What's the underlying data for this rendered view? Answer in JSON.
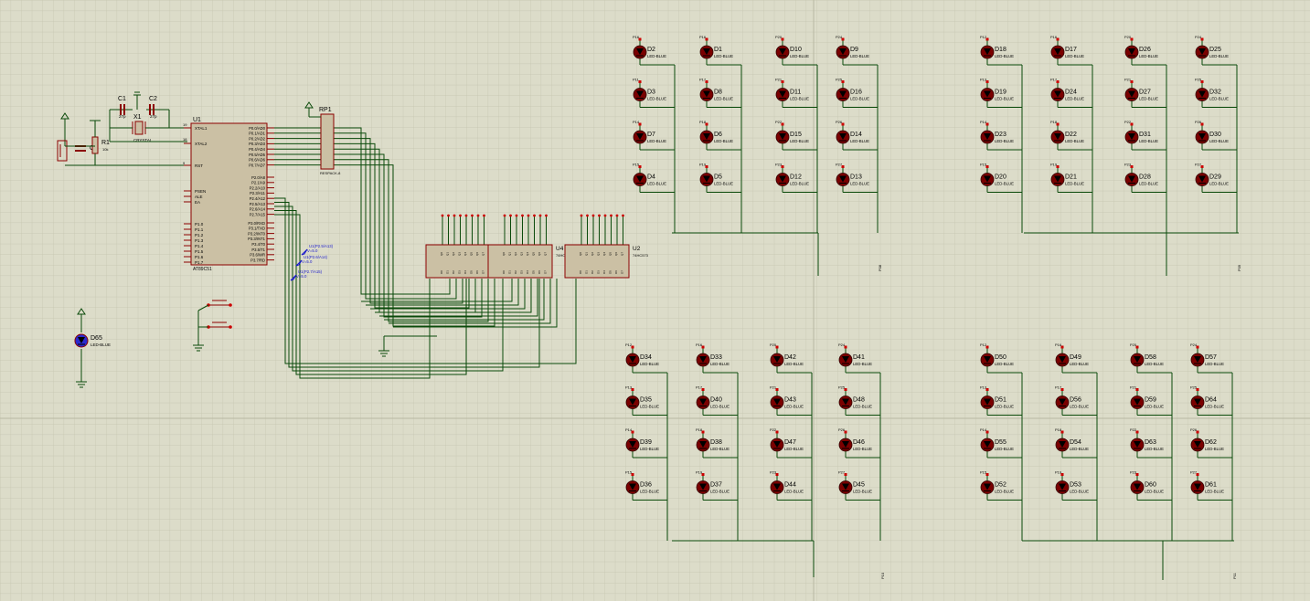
{
  "colors": {
    "background": "#dcdcc9",
    "grid": "#c4c4ae",
    "wire": "#0a4a0a",
    "component_outline": "#8b0000",
    "component_fill": "#cbc0a4",
    "led_fill": "#7a0000",
    "led_active_fill": "#2a2ad0",
    "pin_marker": "#cc0000",
    "label": "#000000",
    "probe": "#1a1acc"
  },
  "mcu": {
    "ref": "U1",
    "part": "AT89C51",
    "pins_left": [
      "XTAL1",
      "XTAL2",
      "RST",
      "PSEN",
      "ALE",
      "EA",
      "P1.0",
      "P1.1",
      "P1.2",
      "P1.3",
      "P1.4",
      "P1.5",
      "P1.6",
      "P1.7"
    ],
    "pins_right": [
      "P0.0/AD0",
      "P0.1/AD1",
      "P0.2/AD2",
      "P0.3/AD3",
      "P0.4/AD4",
      "P0.5/AD5",
      "P0.6/AD6",
      "P0.7/AD7",
      "P2.0/A8",
      "P2.1/A9",
      "P2.2/A10",
      "P2.3/A11",
      "P2.4/A12",
      "P2.5/A13",
      "P2.6/A14",
      "P2.7/A15",
      "P3.0/RXD",
      "P3.1/TXD",
      "P3.2/INT0",
      "P3.3/INT1",
      "P3.4/T0",
      "P3.5/T1",
      "P3.6/WR",
      "P3.7/RD"
    ]
  },
  "crystal": {
    "ref": "X1",
    "part": "CRYSTAL"
  },
  "caps": [
    {
      "ref": "C1",
      "value": "27p"
    },
    {
      "ref": "C2",
      "value": "27p"
    },
    {
      "ref": "C3",
      "value": ""
    }
  ],
  "resistor": {
    "ref": "R1",
    "value": "10k"
  },
  "rpack": {
    "ref": "RP1",
    "part": "RESPACK-8"
  },
  "latches": [
    {
      "ref": "",
      "part": ""
    },
    {
      "ref": "U4",
      "part": "74HC573"
    },
    {
      "ref": "U2",
      "part": "74HC573"
    }
  ],
  "probes": [
    "U1(P2.5/A13)",
    "U1(P2.6/A14)",
    "U1(P2.7/A15)"
  ],
  "probe_state": "V=5.0",
  "power_led": {
    "ref": "D65",
    "part": "LED-BLUE"
  },
  "led_part": "LED-BLUE",
  "led_grids": [
    {
      "rows": [
        [
          "D2",
          "D1",
          "D10",
          "D9"
        ],
        [
          "D3",
          "D8",
          "D11",
          "D16"
        ],
        [
          "D7",
          "D6",
          "D15",
          "D14"
        ],
        [
          "D4",
          "D5",
          "D12",
          "D13"
        ]
      ],
      "nets": [
        [
          "P16",
          "P16",
          "P20",
          "P24"
        ],
        [
          "P11",
          "P17",
          "P21",
          "P25"
        ],
        [
          "P14",
          "P18",
          "P22",
          "P26"
        ],
        [
          "P15",
          "P19",
          "P23",
          "P27"
        ]
      ],
      "common": "P08"
    },
    {
      "rows": [
        [
          "D18",
          "D17",
          "D26",
          "D25"
        ],
        [
          "D19",
          "D24",
          "D27",
          "D32"
        ],
        [
          "D23",
          "D22",
          "D31",
          "D30"
        ],
        [
          "D20",
          "D21",
          "D28",
          "D29"
        ]
      ],
      "nets": [
        [
          "P12",
          "P16",
          "P20",
          "P24"
        ],
        [
          "P13",
          "P17",
          "P21",
          "P25"
        ],
        [
          "P14",
          "P18",
          "P22",
          "P26"
        ],
        [
          "P15",
          "P19",
          "P23",
          "P27"
        ]
      ],
      "common": "P09"
    },
    {
      "rows": [
        [
          "D34",
          "D33",
          "D42",
          "D41"
        ],
        [
          "D35",
          "D40",
          "D43",
          "D48"
        ],
        [
          "D39",
          "D38",
          "D47",
          "D46"
        ],
        [
          "D36",
          "D37",
          "D44",
          "D45"
        ]
      ],
      "nets": [
        [
          "P12",
          "P16",
          "P20",
          "P24"
        ],
        [
          "P13",
          "P17",
          "P21",
          "P25"
        ],
        [
          "P14",
          "P18",
          "P22",
          "P26"
        ],
        [
          "P15",
          "P19",
          "P23",
          "P27"
        ]
      ],
      "common": "P10"
    },
    {
      "rows": [
        [
          "D50",
          "D49",
          "D58",
          "D57"
        ],
        [
          "D51",
          "D56",
          "D59",
          "D64"
        ],
        [
          "D55",
          "D54",
          "D63",
          "D62"
        ],
        [
          "D52",
          "D53",
          "D60",
          "D61"
        ]
      ],
      "nets": [
        [
          "P12",
          "P16",
          "P20",
          "P24"
        ],
        [
          "P13",
          "P17",
          "P21",
          "P25"
        ],
        [
          "P14",
          "P18",
          "P22",
          "P26"
        ],
        [
          "P15",
          "P19",
          "P23",
          "P27"
        ]
      ],
      "common": "P11"
    }
  ]
}
